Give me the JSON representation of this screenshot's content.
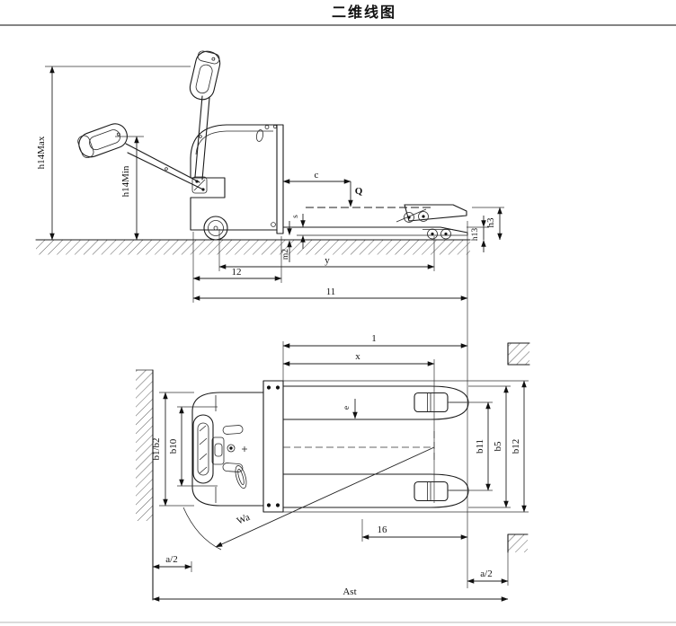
{
  "title": "二维线图",
  "side_view": {
    "h14max": "h14Max",
    "h14min": "h14Min",
    "c": "c",
    "load": "Q",
    "s": "s",
    "m2": "m2",
    "y": "y",
    "l2": "12",
    "l1": "11",
    "h13": "h13",
    "h3": "h3"
  },
  "top_view": {
    "l": "1",
    "x": "x",
    "e": "e",
    "b1_b2": "b1/b2",
    "b10": "b10",
    "b11": "b11",
    "b5": "b5",
    "b12": "b12",
    "l6": "16",
    "wa": "Wa",
    "a2_left": "a/2",
    "a2_right": "a/2",
    "ast": "Ast"
  }
}
